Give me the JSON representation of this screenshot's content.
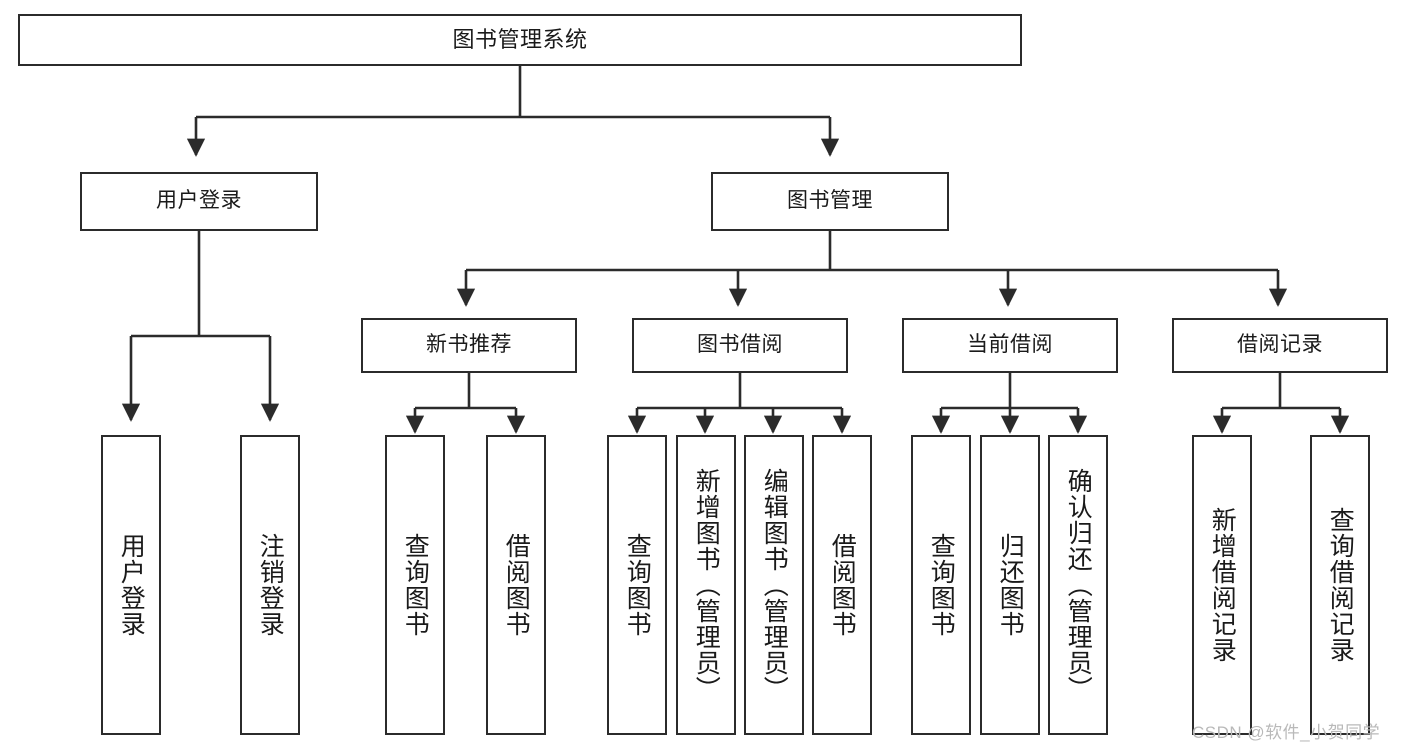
{
  "diagram": {
    "type": "tree-hierarchy",
    "title": "图书管理系统",
    "background_color": "#ffffff",
    "line_color": "#2b2b2b",
    "text_color": "#1a1a1a"
  },
  "nodes": {
    "root": {
      "label": "图书管理系统"
    },
    "level1": [
      {
        "id": "user-login",
        "label": "用户登录"
      },
      {
        "id": "book-management",
        "label": "图书管理"
      }
    ],
    "level2": [
      {
        "id": "new-book-recommend",
        "label": "新书推荐"
      },
      {
        "id": "book-borrow",
        "label": "图书借阅"
      },
      {
        "id": "current-borrow",
        "label": "当前借阅"
      },
      {
        "id": "borrow-record",
        "label": "借阅记录"
      }
    ],
    "leaves": {
      "user_login": [
        {
          "id": "leaf-user-login",
          "label": "用户登录"
        },
        {
          "id": "leaf-logout-login",
          "label": "注销登录"
        }
      ],
      "new_book_recommend": [
        {
          "id": "leaf-query-book-1",
          "label": "查询图书"
        },
        {
          "id": "leaf-borrow-book-1",
          "label": "借阅图书"
        }
      ],
      "book_borrow": [
        {
          "id": "leaf-query-book-2",
          "label": "查询图书"
        },
        {
          "id": "leaf-add-book",
          "label": "新增图书（管理员）"
        },
        {
          "id": "leaf-edit-book",
          "label": "编辑图书（管理员）"
        },
        {
          "id": "leaf-borrow-book-2",
          "label": "借阅图书"
        }
      ],
      "current_borrow": [
        {
          "id": "leaf-query-book-3",
          "label": "查询图书"
        },
        {
          "id": "leaf-return-book",
          "label": "归还图书"
        },
        {
          "id": "leaf-confirm-return",
          "label": "确认归还（管理员）"
        }
      ],
      "borrow_record": [
        {
          "id": "leaf-add-record",
          "label": "新增借阅记录"
        },
        {
          "id": "leaf-query-record",
          "label": "查询借阅记录"
        }
      ]
    }
  },
  "watermark": {
    "text": "CSDN @软件_小贺同学"
  }
}
